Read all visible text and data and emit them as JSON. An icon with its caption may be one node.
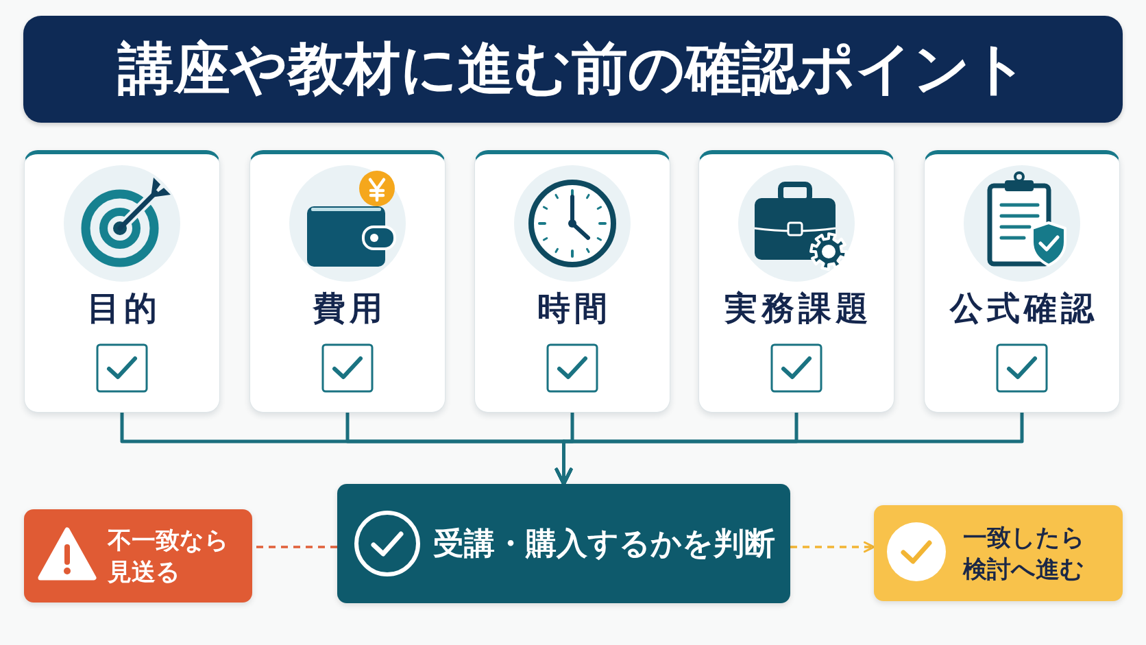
{
  "diagram": {
    "title": "講座や教材に進む前の確認ポイント",
    "nodes": [
      {
        "text": [
          "目的"
        ]
      },
      {
        "text": [
          "費用"
        ]
      },
      {
        "text": [
          "時間"
        ]
      },
      {
        "text": [
          "実務課題"
        ]
      },
      {
        "text": [
          "公式確認"
        ]
      },
      {
        "text": [
          "不一致なら見送る"
        ]
      },
      {
        "text": [
          "受講・購入するかを判断"
        ]
      },
      {
        "text": [
          "一致したら検討へ進む"
        ]
      }
    ],
    "edges": [
      {
        "from": 0,
        "to": 6,
        "arrow": "to"
      },
      {
        "from": 1,
        "to": 6,
        "arrow": "to"
      },
      {
        "from": 2,
        "to": 6,
        "arrow": "to"
      },
      {
        "from": 3,
        "to": 6,
        "arrow": "to"
      },
      {
        "from": 4,
        "to": 6,
        "arrow": "to"
      },
      {
        "from": 6,
        "to": 5,
        "arrow": "none",
        "style": "dashed",
        "color": "#e0603a"
      },
      {
        "from": 6,
        "to": 7,
        "arrow": "to",
        "style": "dashed",
        "color": "#f2b534"
      }
    ]
  }
}
